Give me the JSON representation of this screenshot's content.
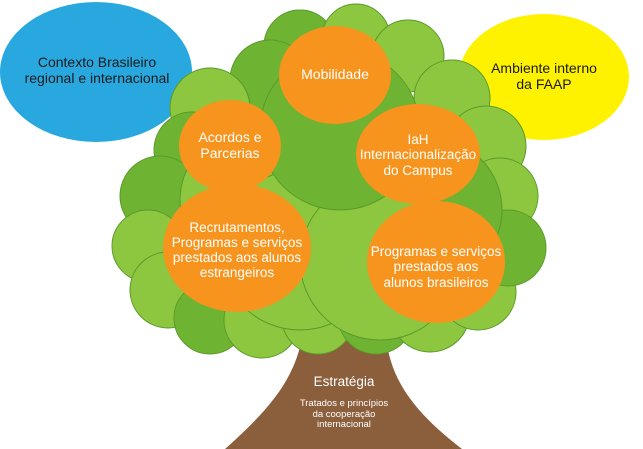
{
  "context": {
    "label": "Contexto Brasileiro\nregional e internacional",
    "color": "#29a8e0"
  },
  "internal": {
    "label": "Ambiente interno\nda FAAP",
    "color": "#fff200"
  },
  "canopy_colors": {
    "light": "#8dc63f",
    "dark": "#6fb332",
    "outline": "#5a9a2b"
  },
  "leaf_color": "#f7941d",
  "trunk_color": "#8b5e3c",
  "leaves": [
    {
      "id": "mobilidade",
      "label": "Mobilidade"
    },
    {
      "id": "acordos",
      "label": "Acordos e\nParcerias"
    },
    {
      "id": "iah",
      "label": "IaH\nInternacionalização\ndo Campus"
    },
    {
      "id": "recrutamentos",
      "label": "Recrutamentos,\nProgramas e serviços\nprestados aos alunos\nestrangeiros"
    },
    {
      "id": "programas",
      "label": "Programas  e serviços\nprestados aos\nalunos brasileiros"
    }
  ],
  "trunk": {
    "title": "Estratégia",
    "subtitle": "Tratados e princípios\nda cooperação\ninternacional"
  }
}
